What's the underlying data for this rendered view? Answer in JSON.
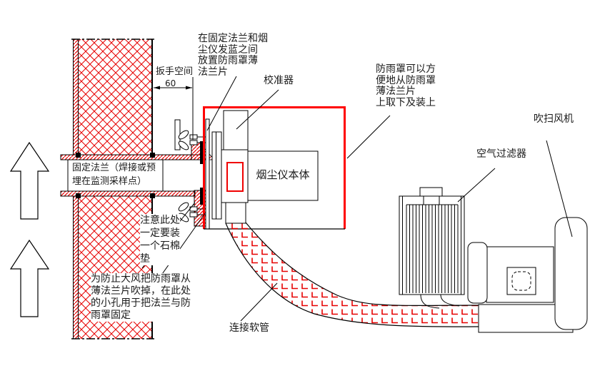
{
  "drawing": {
    "type": "technical-installation-diagram",
    "subject": "smoke/dust analyzer flange mounting with rain cover, hose, air filter and purge blower"
  },
  "labels": {
    "flange_note": "在固定法兰和烟\n尘仪发蓝之间\n放置防雨罩薄\n法兰片",
    "calibrator": "校准器",
    "raincover_note": "防雨罩可以方\n便地从防雨罩\n薄法兰片\n上取下及装上",
    "blower": "吹扫风机",
    "air_filter": "空气过滤器",
    "fixed_flange": "固定法兰（焊接或预\n埋在监测采样点）",
    "gasket_note": "注意此处\n一定要装\n一个石棉\n垫",
    "wind_note": "为防止大风把防雨罩从\n薄法兰片吹掉，在此处\n的小孔用于把法兰与防\n雨罩固定",
    "hose": "连接软管",
    "wrench_space": "扳手空间",
    "instrument_body": "烟尘仪本体"
  },
  "dimensions": {
    "wrench_gap": "60"
  },
  "colors": {
    "line": "#000000",
    "hatch_red": "#e60000",
    "cover_red": "#ff0000",
    "text": "#1a1a1a",
    "background": "#ffffff"
  }
}
